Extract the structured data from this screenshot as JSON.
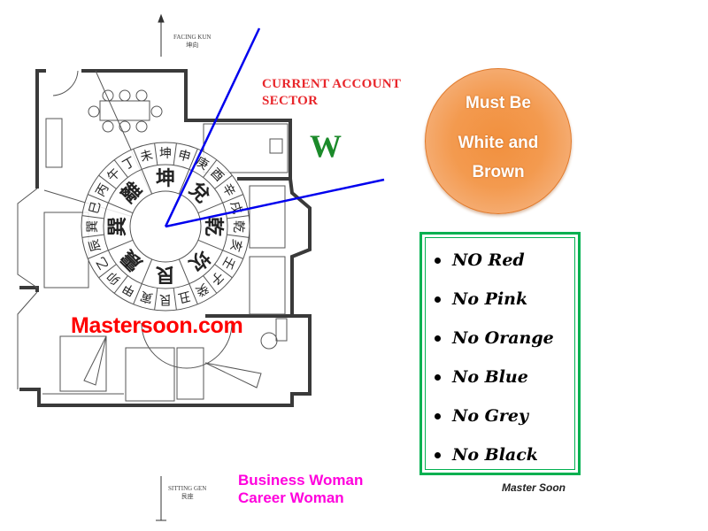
{
  "floor_plan": {
    "facing_label": "FACING KUN",
    "facing_chinese": "坤向",
    "sitting_label": "SITTING GEN",
    "sitting_chinese": "艮座",
    "compass": {
      "trigrams": [
        "坤",
        "兌",
        "乾",
        "坎",
        "艮",
        "震",
        "巽",
        "離"
      ],
      "mountains": [
        "坤",
        "申",
        "庚",
        "酉",
        "辛",
        "戌",
        "乾",
        "亥",
        "壬",
        "子",
        "癸",
        "丑",
        "艮",
        "寅",
        "甲",
        "卯",
        "乙",
        "辰",
        "巽",
        "巳",
        "丙",
        "午",
        "丁",
        "未"
      ]
    },
    "watermark": "Mastersoon.com"
  },
  "annotations": {
    "sector_label_line1": "CURRENT ACCOUNT",
    "sector_label_line2": "SECTOR",
    "direction": "W",
    "persona_line1": "Business Woman",
    "persona_line2": "Career Woman",
    "sector_line_color": "#0000ee"
  },
  "color_badge": {
    "line1": "Must Be",
    "line2": "White and",
    "line3": "Brown",
    "color": "#f39a4f"
  },
  "avoid_colors": {
    "items": [
      "NO Red",
      "No Pink",
      "No Orange",
      "No Blue",
      "No Grey",
      "No Black"
    ],
    "border_color": "#00b050"
  },
  "credit": "Master Soon"
}
